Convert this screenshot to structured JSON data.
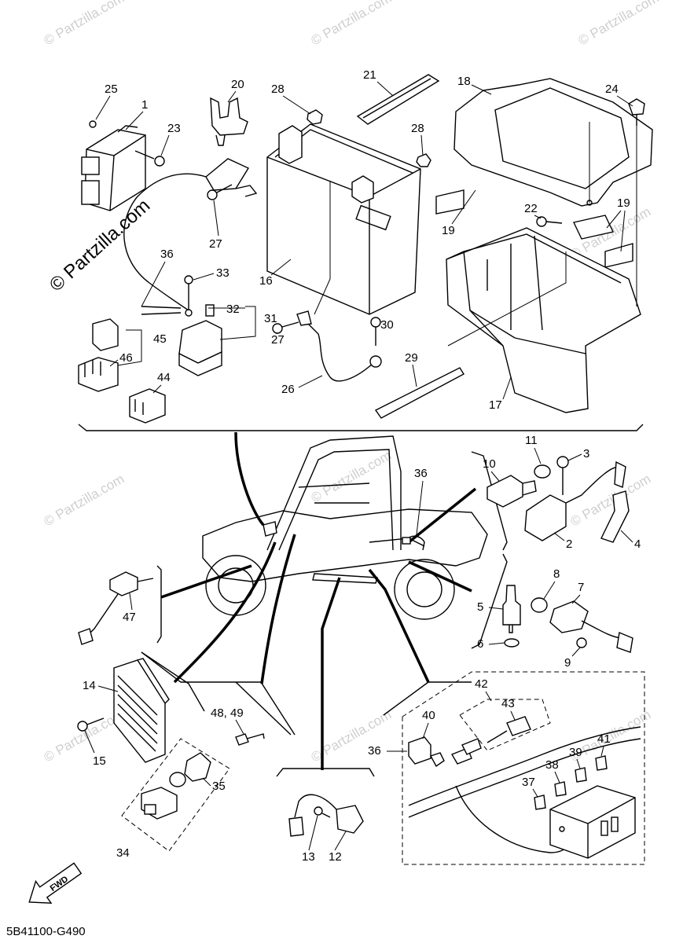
{
  "diagram_code": "5B41100-G490",
  "watermark": "© Partzilla.com",
  "direction_arrow": "FWD",
  "callouts": {
    "c1": "1",
    "c2": "2",
    "c3": "3",
    "c4": "4",
    "c5": "5",
    "c6": "6",
    "c7": "7",
    "c8": "8",
    "c9": "9",
    "c10": "10",
    "c11": "11",
    "c12": "12",
    "c13": "13",
    "c14": "14",
    "c15": "15",
    "c16": "16",
    "c17": "17",
    "c18": "18",
    "c19a": "19",
    "c19b": "19",
    "c20": "20",
    "c21": "21",
    "c22": "22",
    "c23": "23",
    "c24": "24",
    "c25": "25",
    "c26": "26",
    "c27a": "27",
    "c27b": "27",
    "c28a": "28",
    "c28b": "28",
    "c29": "29",
    "c30": "30",
    "c31": "31",
    "c32": "32",
    "c33": "33",
    "c34": "34",
    "c35": "35",
    "c36a": "36",
    "c36b": "36",
    "c36c": "36",
    "c37": "37",
    "c38": "38",
    "c39": "39",
    "c40": "40",
    "c41": "41",
    "c42": "42",
    "c43": "43",
    "c44": "44",
    "c45": "45",
    "c46": "46",
    "c47": "47",
    "c48_49": "48, 49"
  }
}
